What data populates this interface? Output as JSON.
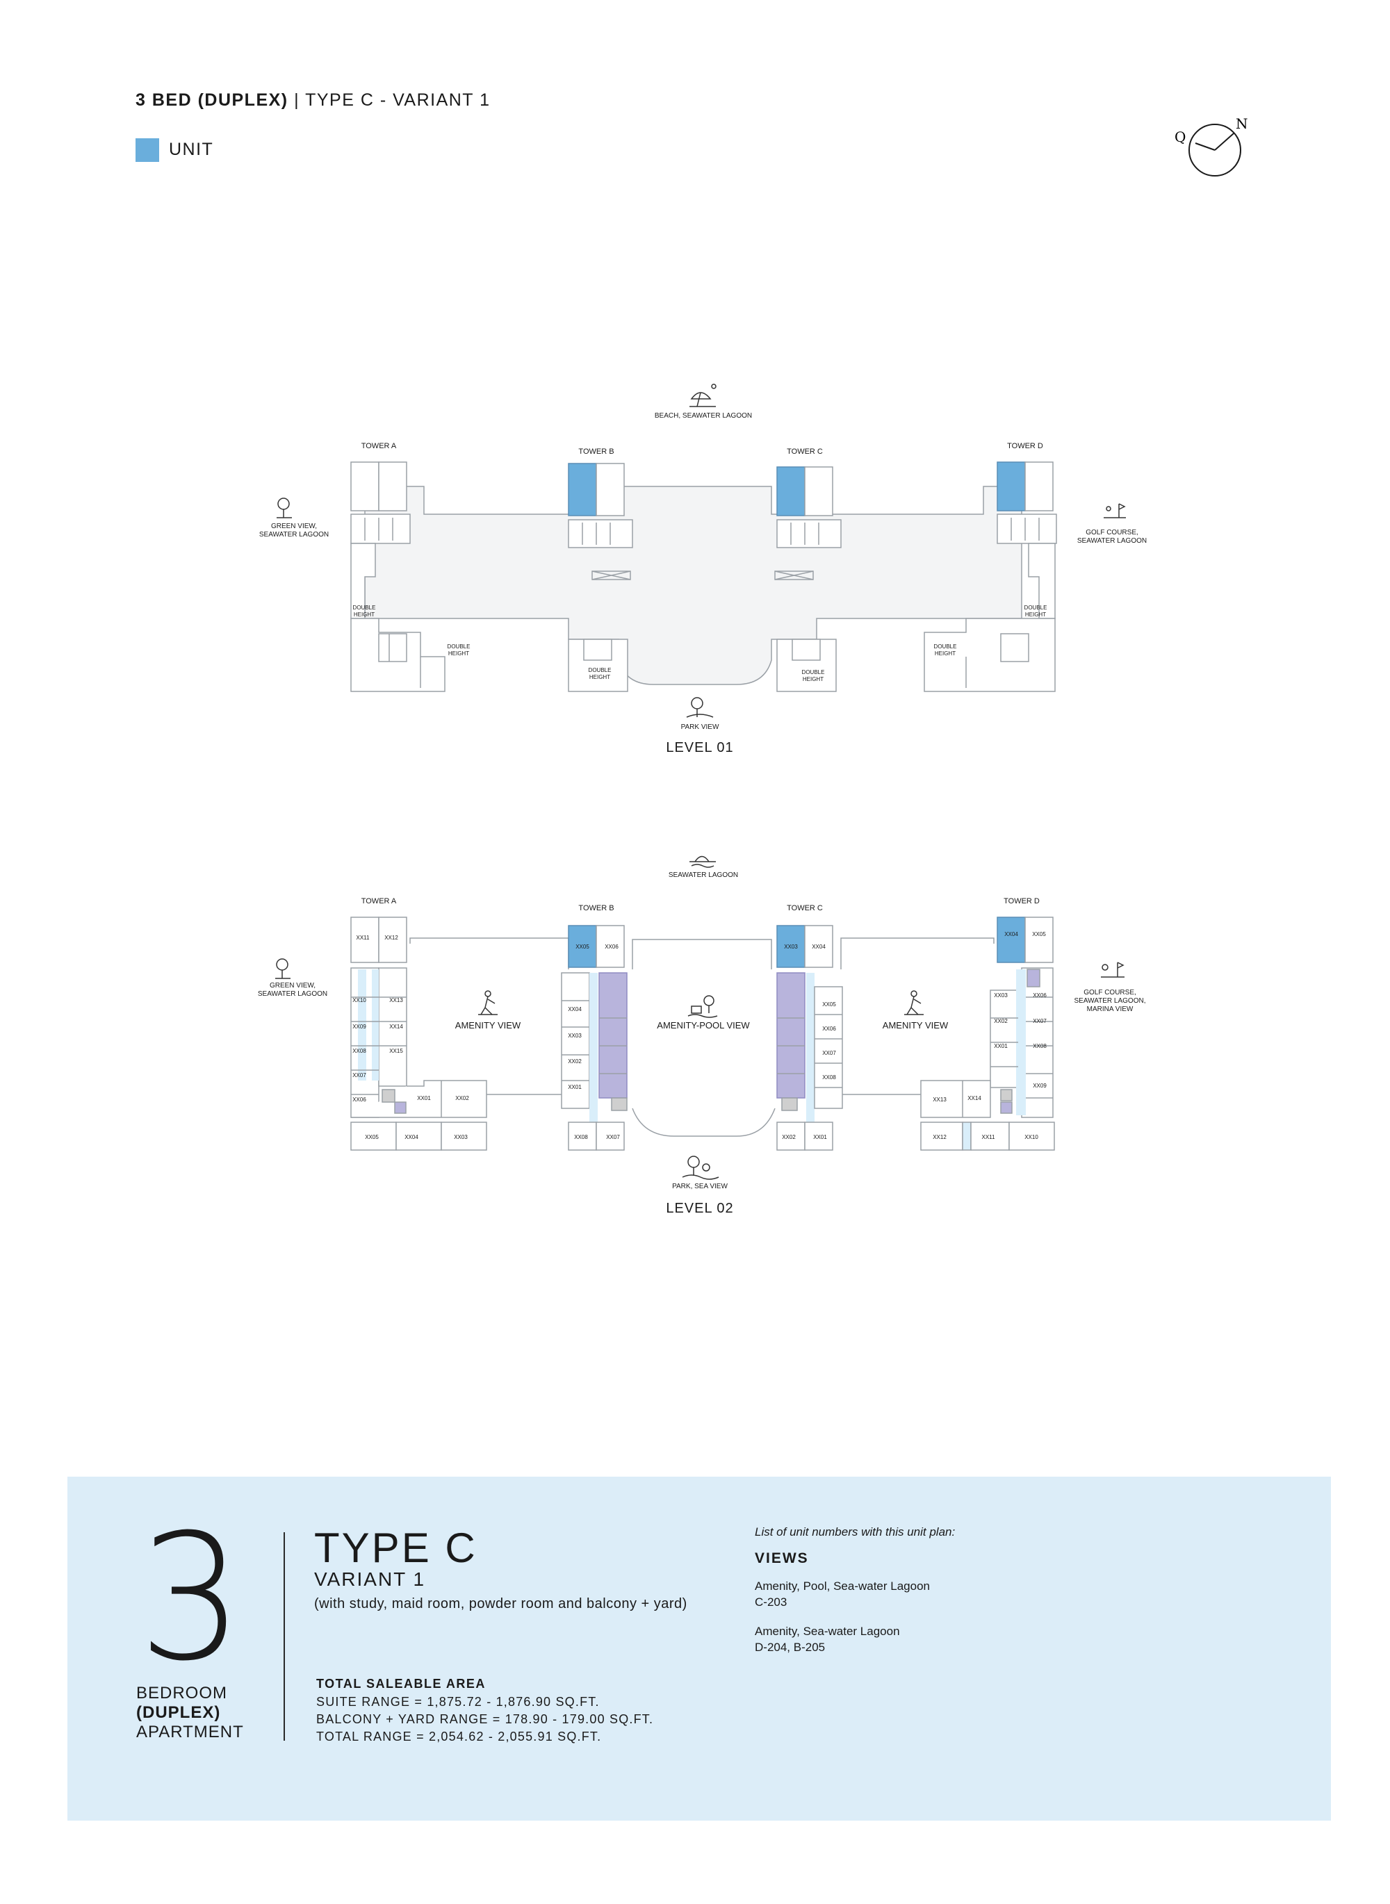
{
  "header": {
    "bold": "3 BED (DUPLEX)",
    "rest": " | TYPE C - VARIANT 1"
  },
  "legend": {
    "label": "UNIT",
    "color": "#6aaedc"
  },
  "compass": {
    "q": "Q",
    "n": "N"
  },
  "level1": {
    "title": "LEVEL 01",
    "towers": [
      "TOWER A",
      "TOWER B",
      "TOWER C",
      "TOWER D"
    ],
    "views": {
      "top": "BEACH, SEAWATER LAGOON",
      "left": [
        "GREEN VIEW,",
        "SEAWATER LAGOON"
      ],
      "right": [
        "GOLF COURSE,",
        "SEAWATER LAGOON"
      ],
      "bottom": "PARK VIEW"
    },
    "double_height": [
      "DOUBLE",
      "HEIGHT"
    ]
  },
  "level2": {
    "title": "LEVEL 02",
    "towers": [
      "TOWER A",
      "TOWER B",
      "TOWER C",
      "TOWER D"
    ],
    "views": {
      "top": "SEAWATER LAGOON",
      "left": [
        "GREEN VIEW,",
        "SEAWATER LAGOON"
      ],
      "right": [
        "GOLF COURSE,",
        "SEAWATER LAGOON,",
        "MARINA VIEW"
      ],
      "bottom": "PARK, SEA VIEW"
    },
    "amenity": [
      "AMENITY VIEW",
      "AMENITY-POOL VIEW",
      "AMENITY VIEW"
    ],
    "units": {
      "a": [
        "XX11",
        "XX12",
        "XX10",
        "XX13",
        "XX09",
        "XX14",
        "XX08",
        "XX15",
        "XX07",
        "XX06",
        "XX01",
        "XX02",
        "XX05",
        "XX04",
        "XX03"
      ],
      "b": [
        "XX05",
        "XX06",
        "XX04",
        "XX03",
        "XX02",
        "XX01",
        "XX08",
        "XX07"
      ],
      "c": [
        "XX03",
        "XX04",
        "XX05",
        "XX06",
        "XX07",
        "XX08",
        "XX02",
        "XX01"
      ],
      "d": [
        "XX04",
        "XX05",
        "XX03",
        "XX06",
        "XX02",
        "XX07",
        "XX01",
        "XX08",
        "XX09",
        "XX13",
        "XX14",
        "XX12",
        "XX11",
        "XX10"
      ]
    }
  },
  "summary": {
    "big_number": "3",
    "bedroom": [
      "BEDROOM",
      "(DUPLEX)",
      "APARTMENT"
    ],
    "type": "TYPE C",
    "variant": "VARIANT 1",
    "with": "(with study, maid room, powder room and balcony + yard)",
    "area_title": "TOTAL SALEABLE AREA",
    "ranges": [
      "SUITE RANGE = 1,875.72 - 1,876.90 SQ.FT.",
      "BALCONY + YARD RANGE = 178.90 - 179.00 SQ.FT.",
      "TOTAL RANGE = 2,054.62 - 2,055.91 SQ.FT."
    ],
    "list_title": "List of unit numbers with this unit plan:",
    "views_title": "VIEWS",
    "views": [
      {
        "name": "Amenity, Pool, Sea-water Lagoon",
        "units": "C-203"
      },
      {
        "name": "Amenity, Sea-water Lagoon",
        "units": "D-204, B-205"
      }
    ]
  },
  "colors": {
    "unit": "#6aaedc",
    "corridor": "#d9eefa",
    "core": "#b8b4dc",
    "panel": "#dcedf8",
    "podium": "#f3f4f5"
  }
}
